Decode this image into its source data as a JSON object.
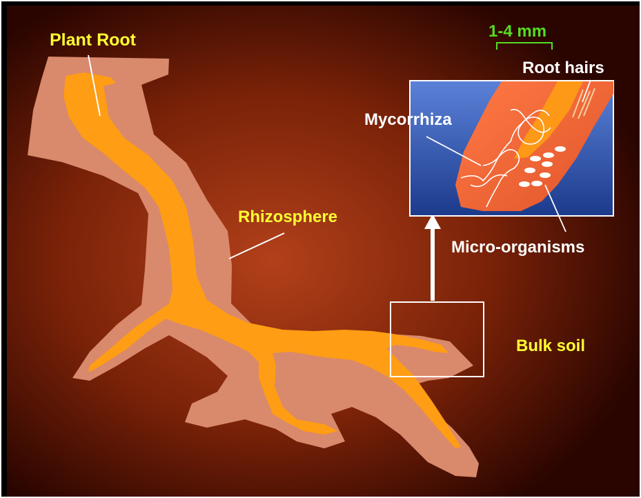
{
  "labels": {
    "plant_root": "Plant Root",
    "rhizosphere": "Rhizosphere",
    "bulk_soil": "Bulk soil",
    "scale": "1-4 mm",
    "root_hairs": "Root hairs",
    "mycorrhiza": "Mycorrhiza",
    "micro_organisms": "Micro-organisms"
  },
  "colors": {
    "background_center": "#b2401a",
    "background_edge": "#2a0500",
    "rhizosphere_fill": "#d9896c",
    "root_fill": "#ff9d14",
    "yellow_label": "#ffff33",
    "white_label": "#ffffff",
    "scale_green": "#55dd22",
    "inset_blue_top": "#5b82d8",
    "inset_blue_bottom": "#1c3a8c",
    "inset_root": "#f26a3c"
  }
}
